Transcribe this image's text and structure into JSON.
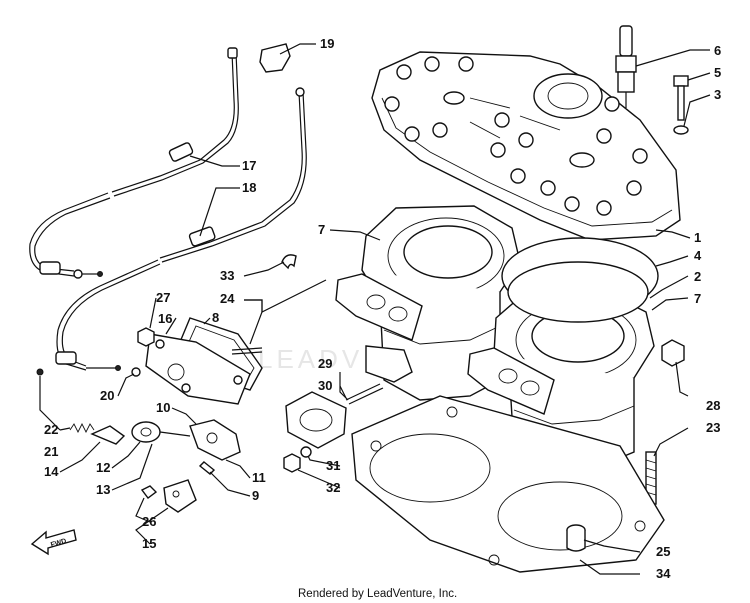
{
  "watermark": "LEADVENTURE",
  "credit": "Rendered by LeadVenture, Inc.",
  "direction_marker": "FWD",
  "callouts": [
    {
      "id": "c1",
      "label": "1"
    },
    {
      "id": "c2",
      "label": "2"
    },
    {
      "id": "c3",
      "label": "3"
    },
    {
      "id": "c4",
      "label": "4"
    },
    {
      "id": "c5",
      "label": "5"
    },
    {
      "id": "c6",
      "label": "6"
    },
    {
      "id": "c7a",
      "label": "7"
    },
    {
      "id": "c7b",
      "label": "7"
    },
    {
      "id": "c8",
      "label": "8"
    },
    {
      "id": "c9",
      "label": "9"
    },
    {
      "id": "c10",
      "label": "10"
    },
    {
      "id": "c11",
      "label": "11"
    },
    {
      "id": "c12",
      "label": "12"
    },
    {
      "id": "c13",
      "label": "13"
    },
    {
      "id": "c14",
      "label": "14"
    },
    {
      "id": "c15",
      "label": "15"
    },
    {
      "id": "c16",
      "label": "16"
    },
    {
      "id": "c17",
      "label": "17"
    },
    {
      "id": "c18",
      "label": "18"
    },
    {
      "id": "c19",
      "label": "19"
    },
    {
      "id": "c20",
      "label": "20"
    },
    {
      "id": "c21",
      "label": "21"
    },
    {
      "id": "c22",
      "label": "22"
    },
    {
      "id": "c23",
      "label": "23"
    },
    {
      "id": "c24",
      "label": "24"
    },
    {
      "id": "c25",
      "label": "25"
    },
    {
      "id": "c26",
      "label": "26"
    },
    {
      "id": "c27",
      "label": "27"
    },
    {
      "id": "c28",
      "label": "28"
    },
    {
      "id": "c29",
      "label": "29"
    },
    {
      "id": "c30",
      "label": "30"
    },
    {
      "id": "c31",
      "label": "31"
    },
    {
      "id": "c32",
      "label": "32"
    },
    {
      "id": "c33",
      "label": "33"
    },
    {
      "id": "c34",
      "label": "34"
    }
  ]
}
